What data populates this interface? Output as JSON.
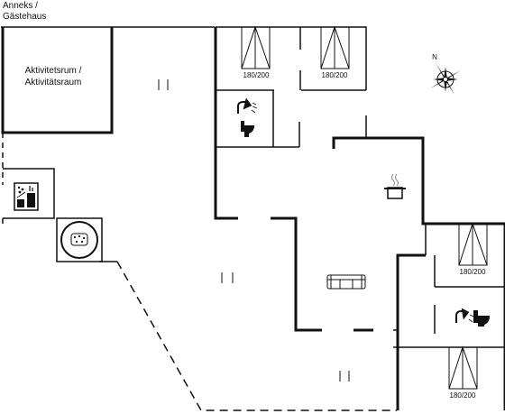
{
  "annex": {
    "line1": "Anneks /",
    "line2": "Gästehaus"
  },
  "activity_room": {
    "line1": "Aktivitetsrum /",
    "line2": "Aktivitätsraum"
  },
  "compass": {
    "north": "N"
  },
  "beds": [
    {
      "size": "180/200"
    },
    {
      "size": "180/200"
    },
    {
      "size": "180/200"
    },
    {
      "size": "180/200"
    }
  ],
  "icons": {
    "shower_toilet_top": "shower-toilet-icon",
    "shower_toilet_right": "shower-toilet-icon",
    "cooking_pot": "cooking-pot-icon",
    "sofa": "sofa-icon",
    "sauna": "sauna-icon",
    "hot_tub": "hot-tub-icon"
  },
  "colors": {
    "wall": "#111111",
    "background": "#ffffff"
  }
}
